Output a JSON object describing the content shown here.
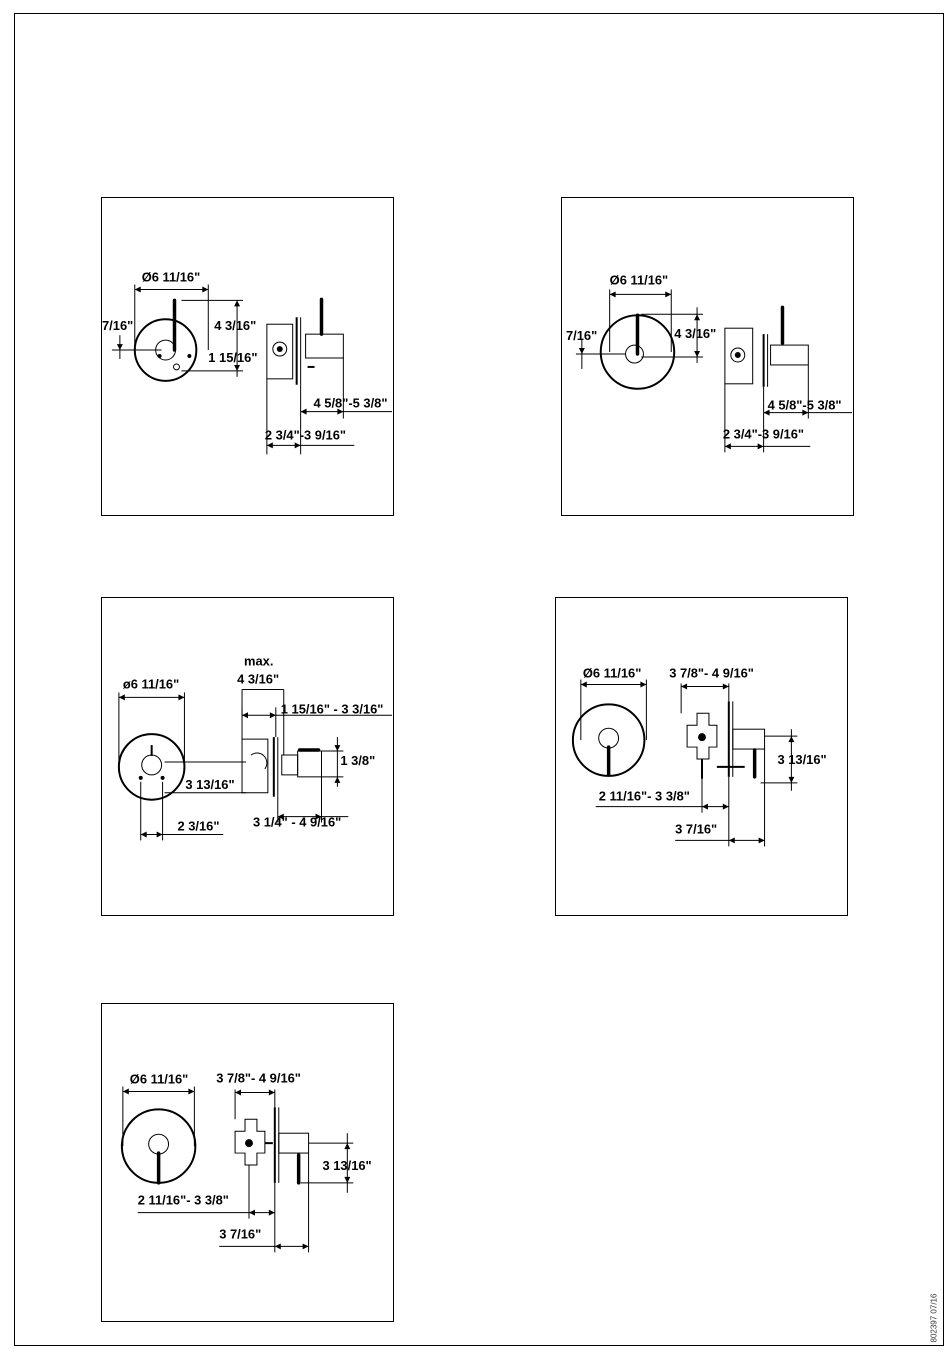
{
  "doc_ref": "802397 07/16",
  "panels": [
    {
      "id": "p1",
      "labels": {
        "diameter": "Ø6 11/16\"",
        "offset": "7/16\"",
        "height": "4 3/16\"",
        "hole": "1 15/16\"",
        "depth_outer": "4 5/8\"-5 3/8\"",
        "depth_inner": "2 3/4\"-3 9/16\""
      }
    },
    {
      "id": "p2",
      "labels": {
        "diameter": "Ø6 11/16\"",
        "offset": "7/16\"",
        "height": "4 3/16\"",
        "depth_outer": "4 5/8\"-5 3/8\"",
        "depth_inner": "2 3/4\"-3 9/16\""
      }
    },
    {
      "id": "p3",
      "labels": {
        "max": "max.",
        "max_value": "4 3/16\"",
        "diameter": "ø6 11/16\"",
        "depth_a": "1 15/16\" - 3 3/16\"",
        "handle": "1 3/8\"",
        "height": "3 13/16\"",
        "spacing": "2 3/16\"",
        "depth_b": "3 1/4\" - 4 9/16\""
      }
    },
    {
      "id": "p4",
      "labels": {
        "diameter": "Ø6 11/16\"",
        "depth_top": "3 7/8\"- 4 9/16\"",
        "height": "3 13/16\"",
        "depth_mid": "2 11/16\"- 3 3/8\"",
        "depth_bottom": "3 7/16\""
      }
    },
    {
      "id": "p5",
      "labels": {
        "diameter": "Ø6 11/16\"",
        "depth_top": "3 7/8\"- 4 9/16\"",
        "height": "3 13/16\"",
        "depth_mid": "2 11/16\"- 3 3/8\"",
        "depth_bottom": "3 7/16\""
      }
    }
  ]
}
